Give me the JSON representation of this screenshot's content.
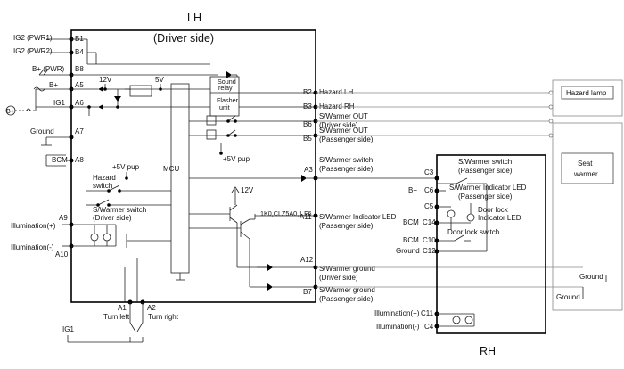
{
  "lh": {
    "title": "LH",
    "subtitle": "(Driver side)",
    "left_pins": [
      {
        "name": "IG2 (PWR1)",
        "pin": "B1"
      },
      {
        "name": "IG2 (PWR2)",
        "pin": "B4"
      },
      {
        "name": "B+ (PWR)",
        "pin": "B8"
      },
      {
        "name": "B+",
        "pin": "A5"
      },
      {
        "name": "IG1",
        "pin": "A6"
      },
      {
        "name": "Ground",
        "pin": "A7"
      },
      {
        "name": "BCM",
        "pin": "A8"
      },
      {
        "name": "Illumination(+)",
        "pin": "A9"
      },
      {
        "name": "Illumination(-)",
        "pin": "A10"
      }
    ],
    "right_pins": [
      {
        "pin": "B2",
        "name": "Hazard LH"
      },
      {
        "pin": "B3",
        "name": "Hazard RH"
      },
      {
        "pin": "B6",
        "name": "S/Warmer OUT",
        "sub": "(Driver side)"
      },
      {
        "pin": "B5",
        "name": "S/Warmer OUT",
        "sub": "(Passenger side)"
      },
      {
        "pin": "A3",
        "name": "S/Warmer switch",
        "sub": "(Passenger side)"
      },
      {
        "pin": "A11",
        "name": "S/Warmer Indicator LED",
        "sub": "(Passenger side)"
      },
      {
        "pin": "A12",
        "name": "S/Warmer ground",
        "sub": "(Driver side)"
      },
      {
        "pin": "B7",
        "name": "S/Warmer ground",
        "sub": "(Passenger side)"
      }
    ],
    "bottom_pins": [
      {
        "pin": "A1",
        "name": "Turn left"
      },
      {
        "pin": "A2",
        "name": "Turn right"
      }
    ],
    "internal": {
      "v12": "12V",
      "v5": "5V",
      "sound_relay": [
        "Sound",
        "relay"
      ],
      "flasher_unit": [
        "Flasher",
        "unit"
      ],
      "mcu": "MCU",
      "pup_a": "+5V pup",
      "pup_b": "+5V pup",
      "hazard_switch": [
        "Hazard",
        "switch"
      ],
      "warmer_switch": [
        "S/Warmer switch",
        "(Driver side)"
      ],
      "v12b": "12V",
      "bplus_symbol": "B+",
      "ig1_bottom": "IG1",
      "led_code": "1K0,CLZ5A0,1.F6"
    }
  },
  "rh": {
    "title": "RH",
    "pins": [
      {
        "pin": "C3",
        "name": "S/Warmer switch",
        "sub": "(Passenger side)"
      },
      {
        "pin": "C6",
        "name": "B+"
      },
      {
        "pin": "C5",
        "name": "S/Warmer Indicator LED",
        "sub": "(Passenger side)"
      },
      {
        "pin": "C14",
        "name": "BCM"
      },
      {
        "pin": "C10",
        "name": "BCM"
      },
      {
        "pin": "C12",
        "name": "Ground"
      },
      {
        "pin": "C11",
        "name": "Illumination(+)"
      },
      {
        "pin": "C4",
        "name": "Illumination(-)"
      }
    ],
    "door_lock_led": [
      "Door lock",
      "Indicator LED"
    ],
    "door_lock_switch": "Door lock switch"
  },
  "external": {
    "hazard_lamp": "Hazard lamp",
    "seat_warmer": [
      "Seat",
      "warmer"
    ],
    "ground_a": "Ground",
    "ground_b": "Ground"
  }
}
